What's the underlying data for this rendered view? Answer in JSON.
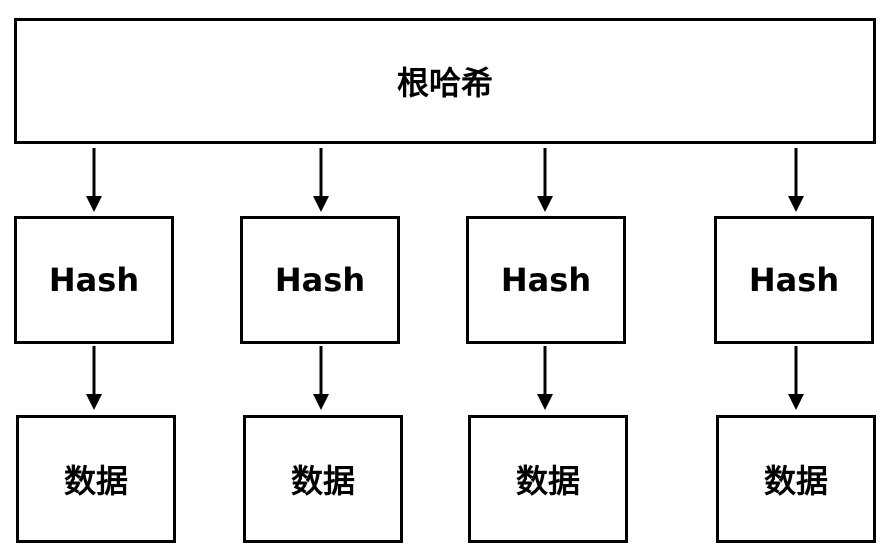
{
  "diagram": {
    "root": {
      "label": "根哈希"
    },
    "hashes": [
      {
        "label": "Hash"
      },
      {
        "label": "Hash"
      },
      {
        "label": "Hash"
      },
      {
        "label": "Hash"
      }
    ],
    "data": [
      {
        "label": "数据"
      },
      {
        "label": "数据"
      },
      {
        "label": "数据"
      },
      {
        "label": "数据"
      }
    ]
  }
}
